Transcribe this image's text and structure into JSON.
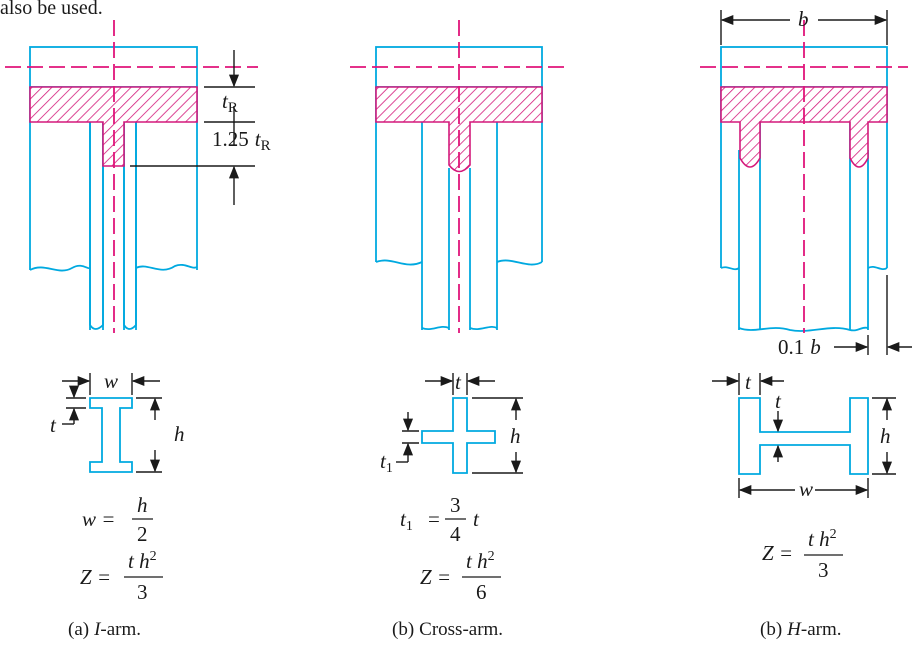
{
  "header_fragment": "also be used.",
  "colors": {
    "outline": "#00a9e0",
    "centerline": "#e0147a",
    "hatch": "#d4197b",
    "dimension": "#1a1a1a"
  },
  "panel_a": {
    "dim_t": "t",
    "dim_sub": "R",
    "dim_coef": "1.25",
    "section": {
      "w": "w",
      "t": "t",
      "h": "h"
    },
    "formula1": {
      "lhs": "w =",
      "num": "h",
      "den": "2"
    },
    "formula2": {
      "lhs": "Z =",
      "num_t": "t h",
      "num_exp": "2",
      "den": "3"
    },
    "caption_prefix": "(a)",
    "caption_name": "I",
    "caption_suffix": "-arm."
  },
  "panel_b": {
    "section": {
      "t": "t",
      "t1": "t",
      "t1_sub": "1",
      "h": "h"
    },
    "formula1": {
      "lhs_t": "t",
      "lhs_sub": "1",
      "eq": "=",
      "num": "3",
      "den": "4",
      "rhs": "t"
    },
    "formula2": {
      "lhs": "Z =",
      "num_t": "t h",
      "num_exp": "2",
      "den": "6"
    },
    "caption_prefix": "(b)",
    "caption_name": "Cross-arm."
  },
  "panel_c": {
    "dim_b": "b",
    "dim_offset": "0.1",
    "dim_offset_var": "b",
    "section": {
      "t_top": "t",
      "t_web": "t",
      "h": "h",
      "w": "w"
    },
    "formula1": {
      "lhs": "Z =",
      "num_t": "t h",
      "num_exp": "2",
      "den": "3"
    },
    "caption_prefix": "(b)",
    "caption_name": "H",
    "caption_suffix": "-arm."
  }
}
